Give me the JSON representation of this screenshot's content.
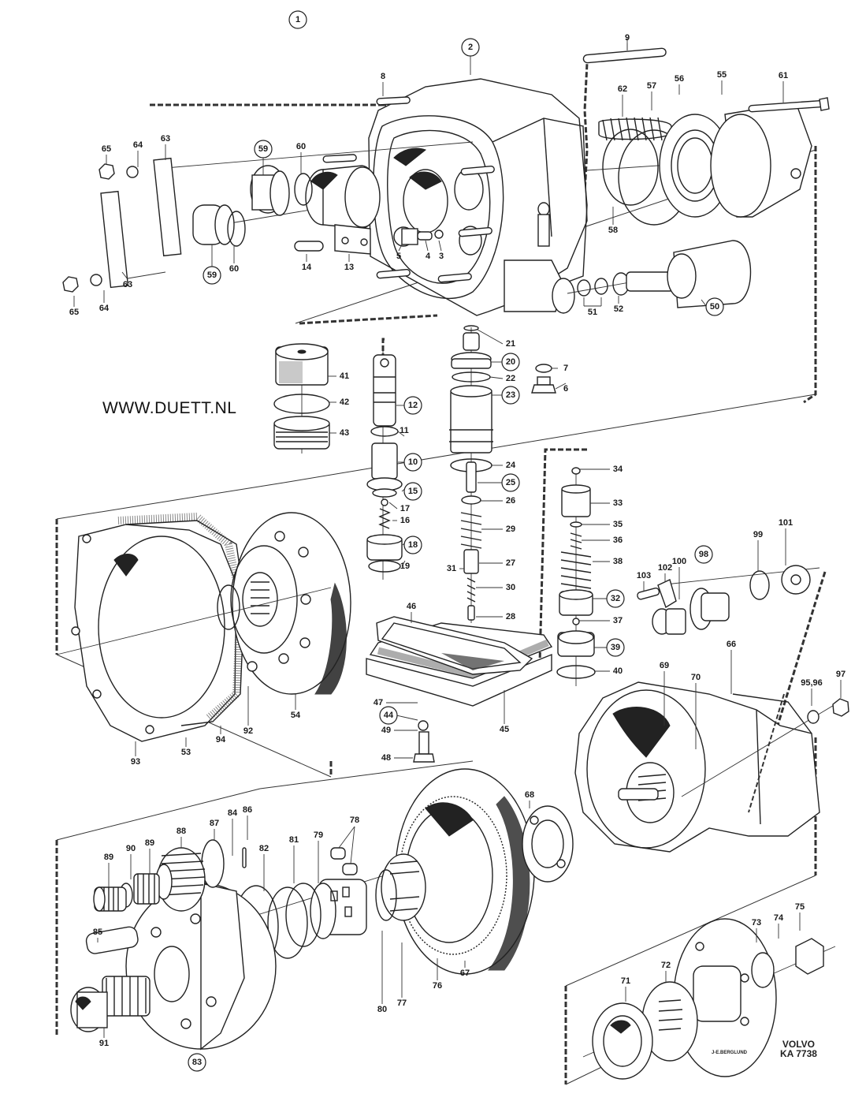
{
  "diagram": {
    "title": "Volvo overdrive unit exploded parts diagram",
    "watermark": "WWW.DUETT.NL",
    "brand": "VOLVO",
    "drawing_code": "KA 7738",
    "illustrator_signature": "J-E.BERGLUND",
    "callouts": [
      {
        "id": "1",
        "circled": true
      },
      {
        "id": "2",
        "circled": true
      },
      {
        "id": "3",
        "circled": false
      },
      {
        "id": "4",
        "circled": false
      },
      {
        "id": "5",
        "circled": false
      },
      {
        "id": "6",
        "circled": false
      },
      {
        "id": "7",
        "circled": false
      },
      {
        "id": "8",
        "circled": false
      },
      {
        "id": "9",
        "circled": false
      },
      {
        "id": "10",
        "circled": true
      },
      {
        "id": "11",
        "circled": false
      },
      {
        "id": "12",
        "circled": true
      },
      {
        "id": "13",
        "circled": false
      },
      {
        "id": "14",
        "circled": false
      },
      {
        "id": "15",
        "circled": true
      },
      {
        "id": "16",
        "circled": false
      },
      {
        "id": "17",
        "circled": false
      },
      {
        "id": "18",
        "circled": true
      },
      {
        "id": "19",
        "circled": false
      },
      {
        "id": "20",
        "circled": true
      },
      {
        "id": "21",
        "circled": false
      },
      {
        "id": "22",
        "circled": false
      },
      {
        "id": "23",
        "circled": true
      },
      {
        "id": "24",
        "circled": false
      },
      {
        "id": "25",
        "circled": true
      },
      {
        "id": "26",
        "circled": false
      },
      {
        "id": "27",
        "circled": false
      },
      {
        "id": "28",
        "circled": false
      },
      {
        "id": "29",
        "circled": false
      },
      {
        "id": "30",
        "circled": false
      },
      {
        "id": "31",
        "circled": false
      },
      {
        "id": "32",
        "circled": true
      },
      {
        "id": "33",
        "circled": false
      },
      {
        "id": "34",
        "circled": false
      },
      {
        "id": "35",
        "circled": false
      },
      {
        "id": "36",
        "circled": false
      },
      {
        "id": "37",
        "circled": false
      },
      {
        "id": "38",
        "circled": false
      },
      {
        "id": "39",
        "circled": true
      },
      {
        "id": "40",
        "circled": false
      },
      {
        "id": "41",
        "circled": false
      },
      {
        "id": "42",
        "circled": false
      },
      {
        "id": "43",
        "circled": false
      },
      {
        "id": "44",
        "circled": true
      },
      {
        "id": "45",
        "circled": false
      },
      {
        "id": "46",
        "circled": false
      },
      {
        "id": "47",
        "circled": false
      },
      {
        "id": "48",
        "circled": false
      },
      {
        "id": "49",
        "circled": false
      },
      {
        "id": "50",
        "circled": true
      },
      {
        "id": "51",
        "circled": false
      },
      {
        "id": "52",
        "circled": false
      },
      {
        "id": "53",
        "circled": false
      },
      {
        "id": "54",
        "circled": false
      },
      {
        "id": "55",
        "circled": false
      },
      {
        "id": "56",
        "circled": false
      },
      {
        "id": "57",
        "circled": false
      },
      {
        "id": "58",
        "circled": false
      },
      {
        "id": "59",
        "circled": true
      },
      {
        "id": "59b",
        "text": "59",
        "circled": true
      },
      {
        "id": "60",
        "circled": false
      },
      {
        "id": "60b",
        "text": "60",
        "circled": false
      },
      {
        "id": "61",
        "circled": false
      },
      {
        "id": "62",
        "circled": false
      },
      {
        "id": "63",
        "circled": false
      },
      {
        "id": "63b",
        "text": "63",
        "circled": false
      },
      {
        "id": "64",
        "circled": false
      },
      {
        "id": "64b",
        "text": "64",
        "circled": false
      },
      {
        "id": "65",
        "circled": false
      },
      {
        "id": "65b",
        "text": "65",
        "circled": false
      },
      {
        "id": "66",
        "circled": false
      },
      {
        "id": "67",
        "circled": false
      },
      {
        "id": "68",
        "circled": false
      },
      {
        "id": "69",
        "circled": false
      },
      {
        "id": "70",
        "circled": false
      },
      {
        "id": "71",
        "circled": false
      },
      {
        "id": "72",
        "circled": false
      },
      {
        "id": "73",
        "circled": false
      },
      {
        "id": "74",
        "circled": false
      },
      {
        "id": "75",
        "circled": false
      },
      {
        "id": "76",
        "circled": false
      },
      {
        "id": "77",
        "circled": false
      },
      {
        "id": "78",
        "circled": false
      },
      {
        "id": "79",
        "circled": false
      },
      {
        "id": "80",
        "circled": false
      },
      {
        "id": "81",
        "circled": false
      },
      {
        "id": "82",
        "circled": false
      },
      {
        "id": "83",
        "circled": true
      },
      {
        "id": "84",
        "circled": false
      },
      {
        "id": "85",
        "circled": false
      },
      {
        "id": "86",
        "circled": false
      },
      {
        "id": "87",
        "circled": false
      },
      {
        "id": "88",
        "circled": false
      },
      {
        "id": "89",
        "circled": false
      },
      {
        "id": "89b",
        "text": "89",
        "circled": false
      },
      {
        "id": "90",
        "circled": false
      },
      {
        "id": "91",
        "circled": false
      },
      {
        "id": "92",
        "circled": false
      },
      {
        "id": "93",
        "circled": false
      },
      {
        "id": "94",
        "circled": false
      },
      {
        "id": "95,96",
        "circled": false
      },
      {
        "id": "97",
        "circled": false
      },
      {
        "id": "98",
        "circled": true
      },
      {
        "id": "99",
        "circled": false
      },
      {
        "id": "100",
        "circled": false
      },
      {
        "id": "101",
        "circled": false
      },
      {
        "id": "102",
        "circled": false
      },
      {
        "id": "103",
        "circled": false
      }
    ]
  }
}
